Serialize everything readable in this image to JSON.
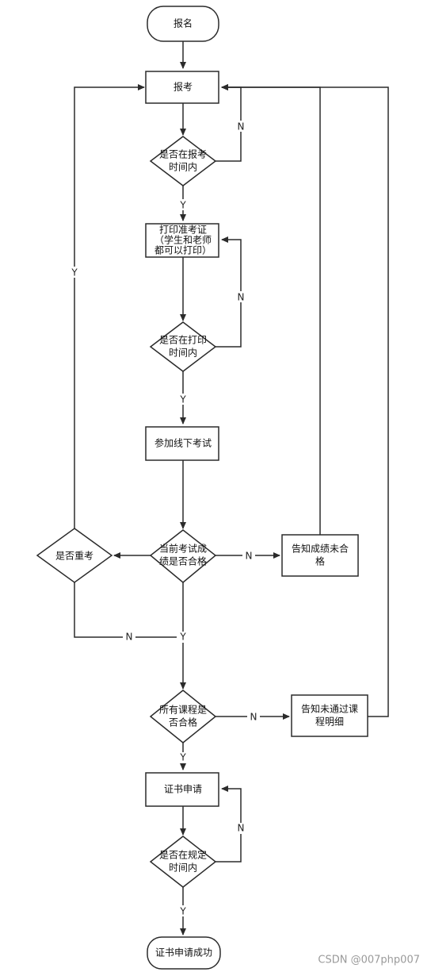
{
  "nodes": {
    "start": "报名",
    "apply": "报考",
    "check_apply_time": [
      "是否在报考",
      "时间内"
    ],
    "print_ticket": [
      "打印准考证",
      "（学生和老师",
      "都可以打印）"
    ],
    "check_print_time": [
      "是否在打印",
      "时间内"
    ],
    "offline_exam": "参加线下考试",
    "check_pass": [
      "当前考试成",
      "绩是否合格"
    ],
    "notify_fail": [
      "告知成绩未合",
      "格"
    ],
    "retake": "是否重考",
    "check_all_pass": [
      "所有课程是",
      "否合格"
    ],
    "notify_detail": [
      "告知未通过课",
      "程明细"
    ],
    "cert_apply": "证书申请",
    "check_cert_time": [
      "是否在规定",
      "时间内"
    ],
    "end": "证书申请成功"
  },
  "labels": {
    "yes": "Y",
    "no": "N"
  },
  "watermark": "CSDN @007php007"
}
